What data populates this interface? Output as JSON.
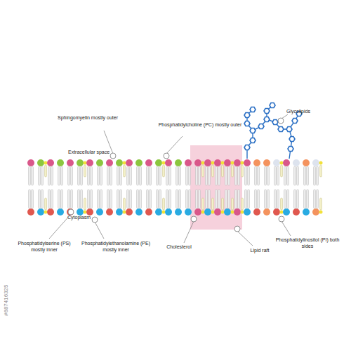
{
  "diagram": {
    "labels": [
      "Glycolipids",
      "Sphingomyelin mostly outer",
      "Phosphatidylcholine (PC) mostly outer",
      "Extracellular space",
      "Cytoplasm",
      "Phosphatidylserine (PS) mostly inner",
      "Phosphatidylethanolamine (PE) mostly inner",
      "Cholesterol",
      "Lipid raft",
      "Phosphatidylinositol (PI) both sides",
      "#687416325"
    ]
  }
}
